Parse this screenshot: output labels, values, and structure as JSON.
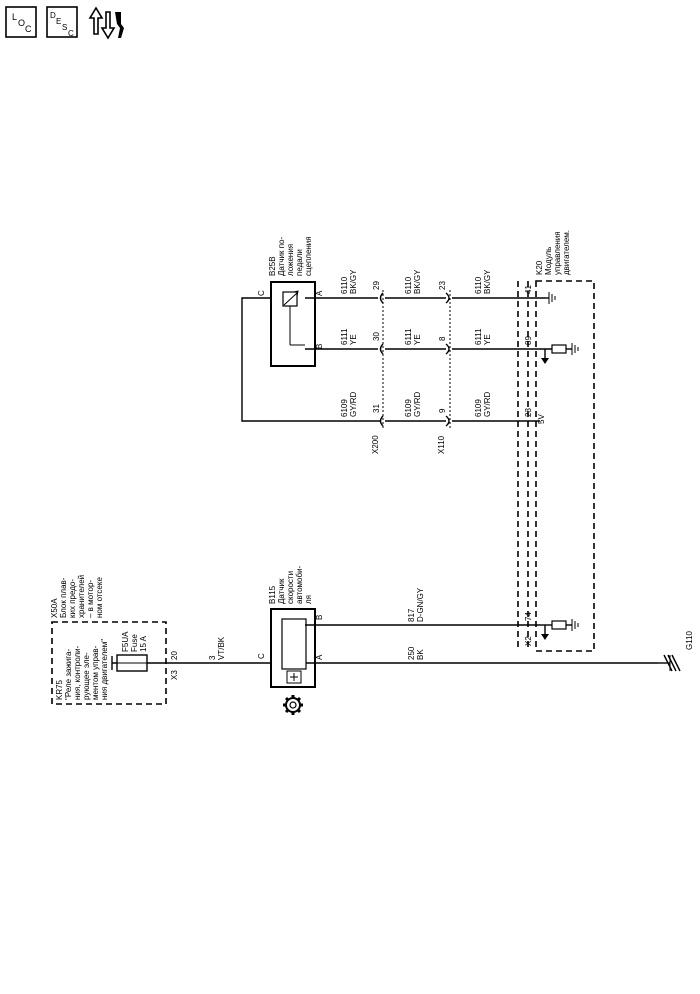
{
  "toolbar": {
    "loc_label": "LOC",
    "desc_label": "DESC",
    "colors": {
      "ink": "#000000",
      "bg": "#ffffff"
    }
  },
  "modules": {
    "kr75": {
      "id": "KR75",
      "lines": [
        "\"Реле зажига-",
        "ния, контроли-",
        "рующее эле-",
        "ментом управ-",
        "ния двигателем\""
      ]
    },
    "x50a": {
      "id": "X50A",
      "lines": [
        "Блок плав-",
        "ких предо-",
        "хранителей",
        "– в мотор-",
        "ном отсеке"
      ]
    },
    "fuse": {
      "id": "F5UA",
      "label": "Fuse",
      "rating": "15 A"
    },
    "x3": {
      "connector": "X3",
      "pin": "20"
    },
    "b115": {
      "id": "B115",
      "lines": [
        "Датчик",
        "скорости",
        "автомоби-",
        "ля"
      ],
      "pin_c": "C",
      "pin_b": "B",
      "pin_a": "A"
    },
    "b25b": {
      "id": "B25B",
      "lines": [
        "Датчик по-",
        "ложения",
        "педали",
        "сцепления"
      ],
      "pin_c": "C",
      "pin_b": "B",
      "pin_a": "A"
    },
    "k20": {
      "id": "K20",
      "lines": [
        "Модуль",
        "управления",
        "двигателем."
      ],
      "x2": "X2",
      "v5": "5V"
    },
    "g110": "G110",
    "x200": "X200",
    "x110": "X110"
  },
  "wires": {
    "w3": {
      "circuit": "3",
      "color": "VT/BK"
    },
    "w250": {
      "circuit": "250",
      "color": "BK"
    },
    "w817": {
      "circuit": "817",
      "color": "D-GN/GY",
      "pin_k20": "74"
    },
    "w6110": {
      "circuit": "6110",
      "color": "BK/GY",
      "pin_x200": "29",
      "pin_x110": "23",
      "pin_k20": "41"
    },
    "w6111": {
      "circuit": "6111",
      "color": "YE",
      "pin_x200": "30",
      "pin_x110": "8",
      "pin_k20": "89"
    },
    "w6109": {
      "circuit": "6109",
      "color": "GY/RD",
      "pin_x200": "31",
      "pin_x110": "9",
      "pin_k20": "23"
    }
  }
}
